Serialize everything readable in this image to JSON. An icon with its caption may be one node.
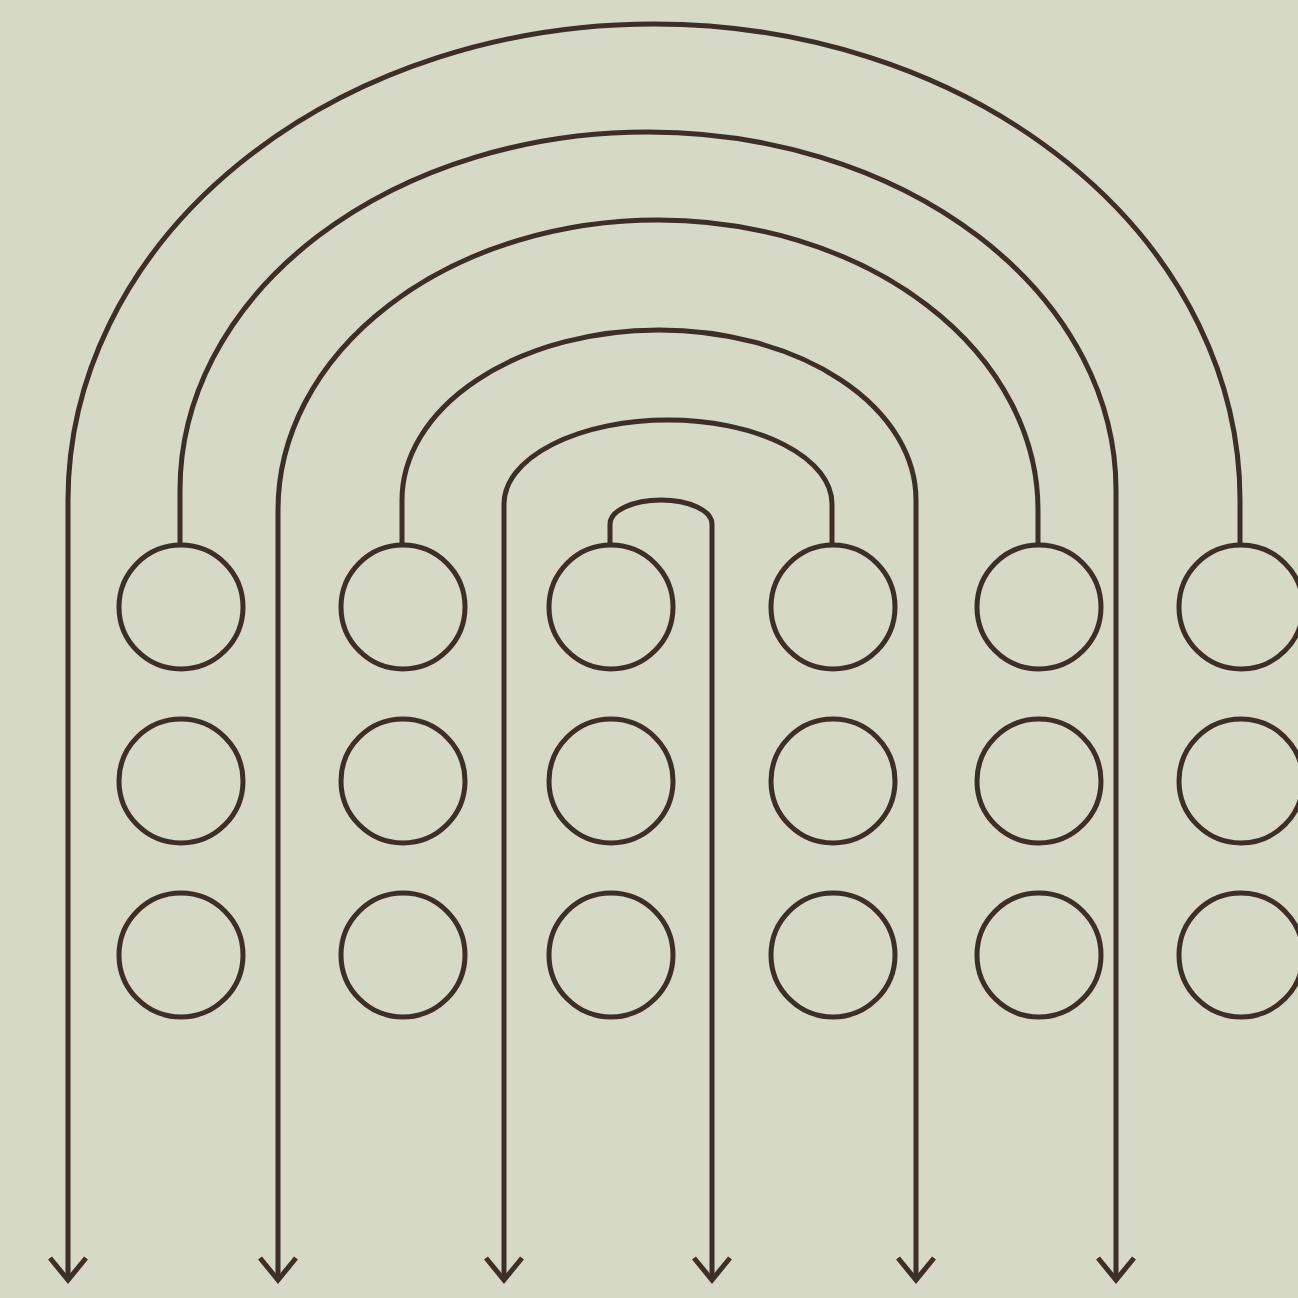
{
  "diagram": {
    "nodes": [
      {
        "text": [],
        "shape": "circle"
      },
      {
        "text": [],
        "shape": "circle"
      },
      {
        "text": [],
        "shape": "circle"
      },
      {
        "text": [],
        "shape": "circle"
      },
      {
        "text": [],
        "shape": "circle"
      },
      {
        "text": [],
        "shape": "circle"
      },
      {
        "text": [],
        "shape": "circle"
      },
      {
        "text": [],
        "shape": "circle"
      },
      {
        "text": [],
        "shape": "circle"
      },
      {
        "text": [],
        "shape": "circle"
      },
      {
        "text": [],
        "shape": "circle"
      },
      {
        "text": [],
        "shape": "circle"
      },
      {
        "text": [],
        "shape": "circle"
      },
      {
        "text": [],
        "shape": "circle"
      },
      {
        "text": [],
        "shape": "circle"
      },
      {
        "text": [],
        "shape": "circle"
      },
      {
        "text": [],
        "shape": "circle"
      },
      {
        "text": [],
        "shape": "circle"
      }
    ],
    "edges": [
      {
        "from": 5,
        "to": null,
        "arrow": "to"
      },
      {
        "from": 0,
        "to": null,
        "arrow": "to"
      },
      {
        "from": 4,
        "to": null,
        "arrow": "to"
      },
      {
        "from": 1,
        "to": null,
        "arrow": "to"
      },
      {
        "from": 3,
        "to": null,
        "arrow": "to"
      },
      {
        "from": 2,
        "to": null,
        "arrow": "to"
      }
    ]
  }
}
